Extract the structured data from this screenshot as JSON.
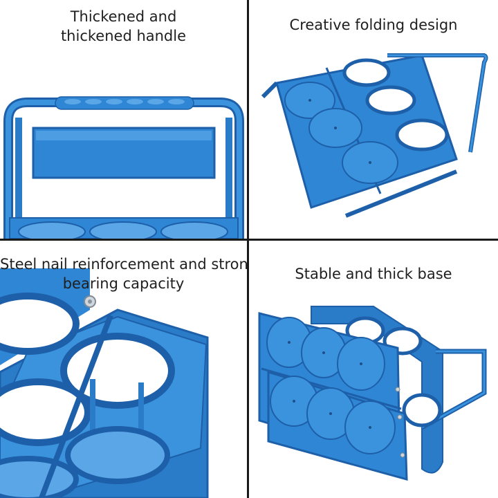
{
  "panels": [
    {
      "caption_lines": [
        "Thickened and",
        "thickened handle"
      ]
    },
    {
      "caption_lines": [
        "Creative folding design"
      ]
    },
    {
      "caption_lines": [
        "Steel nail reinforcement and strong",
        "bearing capacity"
      ]
    },
    {
      "caption_lines": [
        "Stable and thick base"
      ]
    }
  ],
  "colors": {
    "plastic_blue": "#2f86d4",
    "plastic_dark": "#1d5fa8",
    "plastic_light": "#6fb2ea",
    "divider": "#1a1a1a"
  }
}
